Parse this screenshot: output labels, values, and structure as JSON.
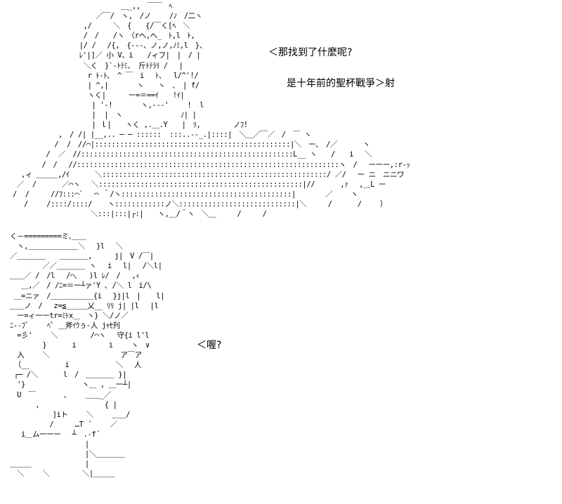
{
  "dialogue": {
    "top_line_1": "＜那找到了什麼呢?",
    "top_line_2": "是十年前的聖杯戰爭＞射",
    "bottom": "＜喔?"
  },
  "art": {
    "top": "                          ＿_,,　￣￣　ﾍ\n                    ／￣/　ヽ,　/ノ　　 /ﾉ　/二ヽ\n                 ,/　　　＼　{　　{/￣く[ﾍ　＼\n                 /　/　　/ヽ　〈rへ,へ_　ﾄ,l　ﾄ,\n                |/ /　 /{,　{-‐-、ノ,ノ,ﾉﾐ,l　}、\n                ﾚ'|]／ 小 V、i　　/ィフ|　|　/ |\n                 ＼く　}`-ﾄﾃﾐ、 斤ﾄﾃﾗﾘ /　 |\n                  r ﾄ-ﾄ、　^ ￣　i　 ﾄ、　 l/^'!/\n                  | ^,|　　　　ヽ　　ヽ　、　| f/\n                  ヽく| 　　 ー=＝==ｲ　　!ｲ|\n                   | '-!　　　　ヽ,---'　　 !  l\n                   |  |　ヽ　　　　　　　  ﾉ| |\n                   | ｌ|　　ヽく ,.＿.Y　　|　ﾘ,　　　　 ノﾌ!\n           ,　/ /| |__,.. ─ ─ ::::::  :::..--_.|::::|　＼＿／￣／　/　￣ ヽ\n          /  /　//⌒|:::::::::::::::::::::::::::::::::::::::::::::::|＼　ー､　/／　　　 ヽ\n        /  ／　//:::::::::::::::::::::::::::::::::::::::::::::::::::L__ ヽ　　/　　i　 ＼\n       /　/　 //:::::::::::::::::::::::::::::::::::::::::::::::::::::::::::::::ヽ　/　 ーーー,:r-ｯ\n  ,ィ ＿＿＿,/ｲ　　　 ＼::::::::::::::::::::::::::::::::::::::::::::::::::::::/ ／/ 　ー ニ　ニニワ\n ／  /　　　 ／⌒ヽ　 ＼:::::::::::::::::::::::::::::::::::::::::::::::::|//　　　 ,ｧ　 ,＿L ー\n/  /　　　//ﾌ:::⌒`　 ⌒ ＾/ヽ:::::::::::::::::::::::::::::::::::::::::|　　　  ／　　 ヽ\n　 /　　 /::::/::::/　  ヽ::::::::::::ノ＼::::::::::::::::::::::::::::|＼　　　/　　　 /　　 ）\n　　　　　　　　　　　＼:::|:::|┌:|　　ヽ,＿/＾ヽ　＼＿　　　/　　　/",
    "bottom": "く－=========ミ､＿＿\n　ヽ,＿＿＿＿＿＿＿＼　 }l　 ＼\n／＿＿＿＿　　＿＿＿＿, 　　 j|　V /￣|\n　　　　 ／／＿＿＿＿ ヽ　 i　 l|　 /＼l|\n＿＿／ /　/l　 /⌒､　 )l ﾚ/　/　 ,ｨ\n　 ＿,／　/ /ﾆ=＝ー┴ァ'Y ､ /＼ l　i/\\\n ＿=ニァ　/＿＿＿＿＿＿{i　 }j|l　| 　 l|\n＿＿ノ　/　 z=≦＿＿＿乂__ ﾘﾘ j| |l　 |l\n　ー=ィ一ーtr=ﾐﾄx＿　ヽ} ＼/ノ／\nﾆ--ﾌﾞ　　 ﾍﾟ ＿斧ｲｳぅ-人 jｬｾ刋\n　=彡'　　 ＼　　　　 /⌒ヽ　 守{i l'l\n　　　　 }　　　 i　　　　 i　 　ヽ　∨\n　入　　 ＼　　　　　　　　　　ア￣ア\n （__　　　　　i　　 　　　　＼ 　人\n ┌─ /＼　　　 l　/　＿＿＿＿ }|\n　'}　　　　　　　　ヽ＿ , ＿ー┴|\n　U　￣　　　　、　　 ＿＿_／\n　　　 ,　　　　　 　　　 { |\n　　　　　　]iト　　 ＼　　 ＿＿/\n　　　　　 /　　　…T ´　　 ／\n　 i＿ム一ーー　 ┴　.-f´\n　　　　　　　　　　 |\n　　　　　　　　　　 |＼＿＿＿＿\n＿＿＿　　　　　　　 |\n　＼　　 ＼　　　　 ＼|＿＿＿"
  }
}
